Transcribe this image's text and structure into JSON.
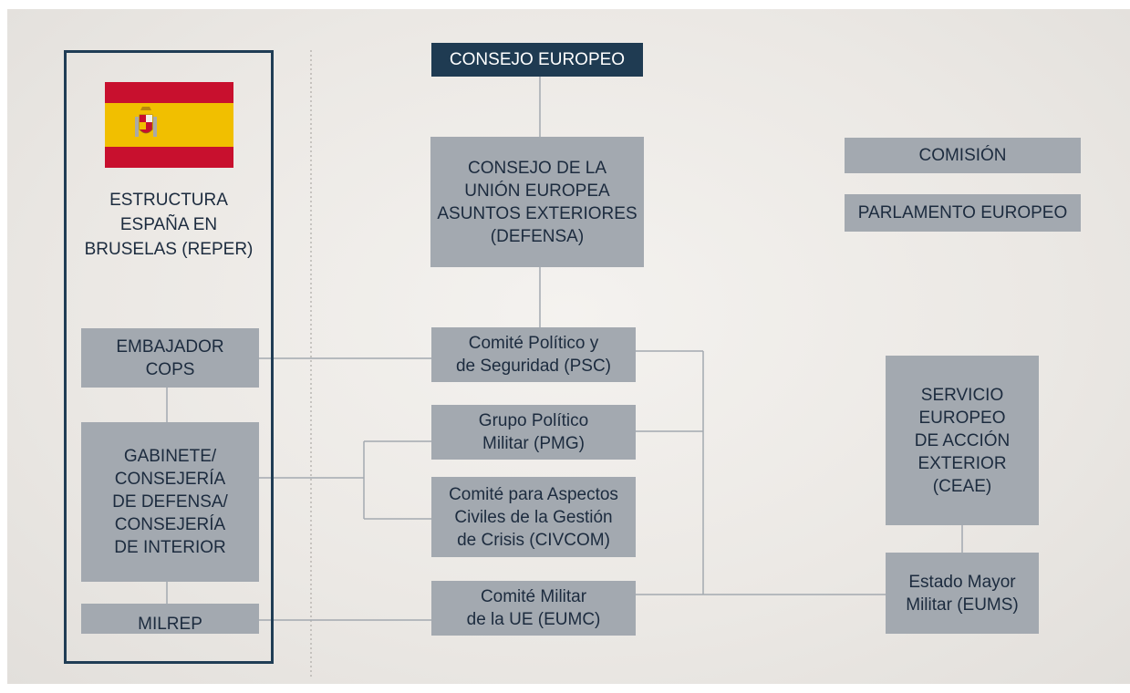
{
  "colors": {
    "box": "#a3a9b0",
    "box_dark": "#1f3b52",
    "text": "#1c2b3e",
    "connector": "#a3a9b0",
    "panel_border": "#203d55",
    "flag_red": "#c8102e",
    "flag_yellow": "#f1bf00"
  },
  "spain": {
    "flag_icon": "spain-flag-icon",
    "title": "ESTRUCTURA\nESPAÑA EN\nBRUSELAS (REPER)",
    "embajador": "EMBAJADOR\nCOPS",
    "gabinete": "GABINETE/\nCONSEJERÍA\nDE DEFENSA/\nCONSEJERÍA\nDE INTERIOR",
    "milrep": "MILREP"
  },
  "eu": {
    "consejo_europeo": "CONSEJO EUROPEO",
    "consejo_ue": "CONSEJO DE LA\nUNIÓN EUROPEA\nASUNTOS EXTERIORES\n(DEFENSA)",
    "psc": "Comité Político y\nde Seguridad (PSC)",
    "pmg": "Grupo Político\nMilitar (PMG)",
    "civcom": "Comité para Aspectos\nCiviles de la Gestión\nde Crisis (CIVCOM)",
    "eumc": "Comité Militar\nde la UE (EUMC)",
    "comision": "COMISIÓN",
    "parlamento": "PARLAMENTO EUROPEO",
    "seae": "SERVICIO\nEUROPEO\nDE ACCIÓN\nEXTERIOR\n(CEAE)",
    "eums": "Estado Mayor\nMilitar (EUMS)"
  }
}
